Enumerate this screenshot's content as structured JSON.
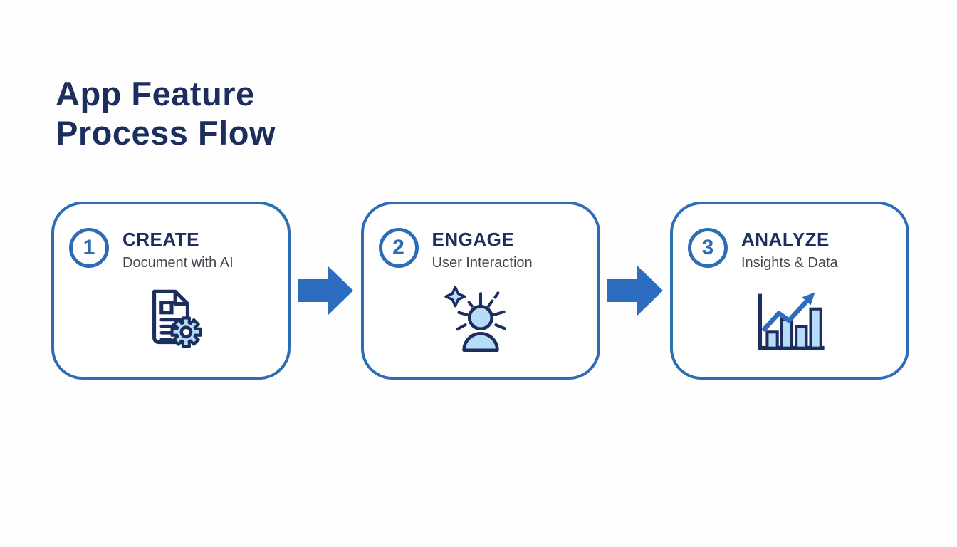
{
  "page": {
    "title": "App Feature\nProcess Flow"
  },
  "colors": {
    "navy": "#1b2e5e",
    "blue": "#2e6cb5",
    "light_blue": "#b6dcf8",
    "arrow_blue": "#2d6dc0",
    "gray_text": "#42474f"
  },
  "steps": [
    {
      "number": "1",
      "label": "CREATE",
      "sublabel": "Document with AI",
      "icon": "document-gear-icon"
    },
    {
      "number": "2",
      "label": "ENGAGE",
      "sublabel": "User Interaction",
      "icon": "user-sparkle-icon"
    },
    {
      "number": "3",
      "label": "ANALYZE",
      "sublabel": "Insights & Data",
      "icon": "bar-chart-growth-icon"
    }
  ],
  "connectors": [
    {
      "icon": "right-arrow-icon"
    },
    {
      "icon": "right-arrow-icon"
    }
  ]
}
